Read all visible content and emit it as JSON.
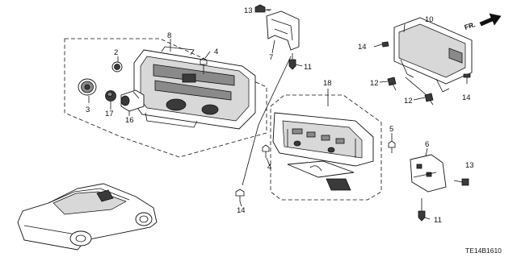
{
  "diagram": {
    "code": "TE14B1610",
    "direction_label": "FR.",
    "callouts": {
      "c1": "13",
      "c2": "7",
      "c3": "11",
      "c4": "8",
      "c5": "4",
      "c6": "2",
      "c7": "3",
      "c8": "17",
      "c9": "16",
      "c10": "4",
      "c11": "14",
      "c12": "18",
      "c13": "5",
      "c14": "10",
      "c15": "14",
      "c16": "12",
      "c17": "12",
      "c18": "14",
      "c19": "6",
      "c20": "13",
      "c21": "11"
    }
  },
  "colors": {
    "ink": "#111111",
    "background": "#ffffff"
  }
}
